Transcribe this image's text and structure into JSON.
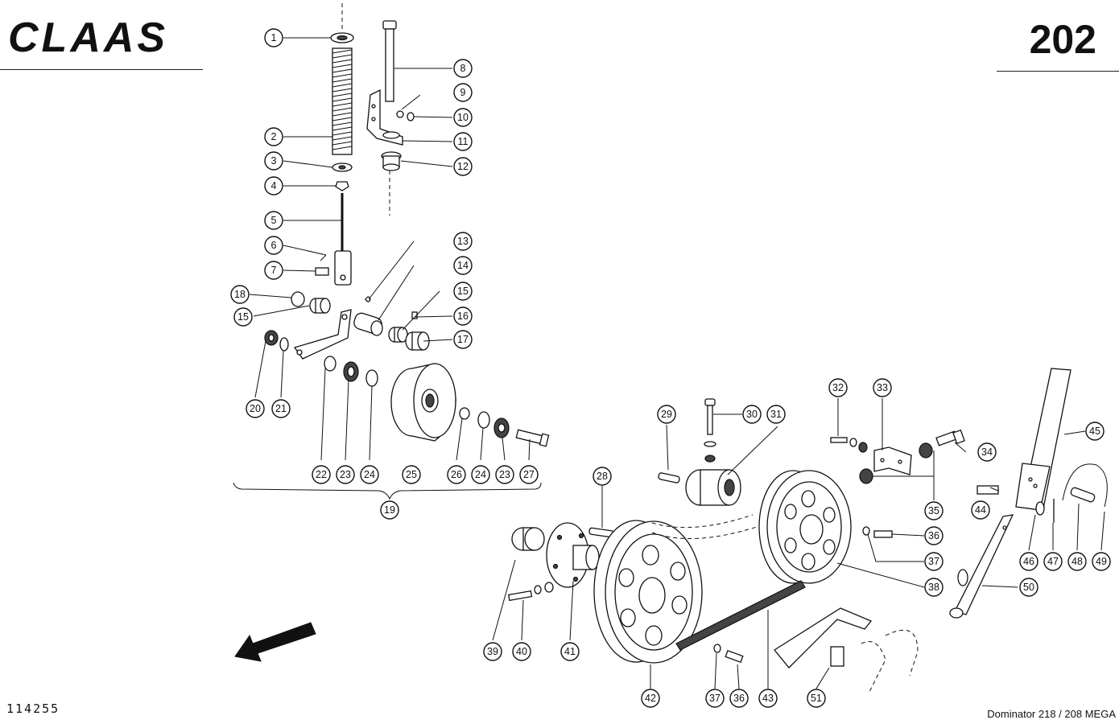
{
  "header": {
    "brand": "CLAAS",
    "page_number": "202"
  },
  "footer": {
    "drawing_number": "114255",
    "model": "Dominator 218 / 208 MEGA"
  },
  "callouts": {
    "c1": "1",
    "c2": "2",
    "c3": "3",
    "c4": "4",
    "c5": "5",
    "c6": "6",
    "c7": "7",
    "c8": "8",
    "c9": "9",
    "c10": "10",
    "c11": "11",
    "c12": "12",
    "c13": "13",
    "c14": "14",
    "c15a": "15",
    "c15b": "15",
    "c16": "16",
    "c17": "17",
    "c18": "18",
    "c19": "19",
    "c20": "20",
    "c21": "21",
    "c22": "22",
    "c23a": "23",
    "c24a": "24",
    "c25": "25",
    "c26": "26",
    "c24b": "24",
    "c23b": "23",
    "c27": "27",
    "c28": "28",
    "c29": "29",
    "c30": "30",
    "c31": "31",
    "c32": "32",
    "c33": "33",
    "c34": "34",
    "c35": "35",
    "c36a": "36",
    "c37a": "37",
    "c38": "38",
    "c39": "39",
    "c40": "40",
    "c41": "41",
    "c42": "42",
    "c37b": "37",
    "c36b": "36",
    "c43": "43",
    "c44": "44",
    "c45": "45",
    "c46": "46",
    "c47": "47",
    "c48": "48",
    "c49": "49",
    "c50": "50",
    "c51": "51"
  }
}
